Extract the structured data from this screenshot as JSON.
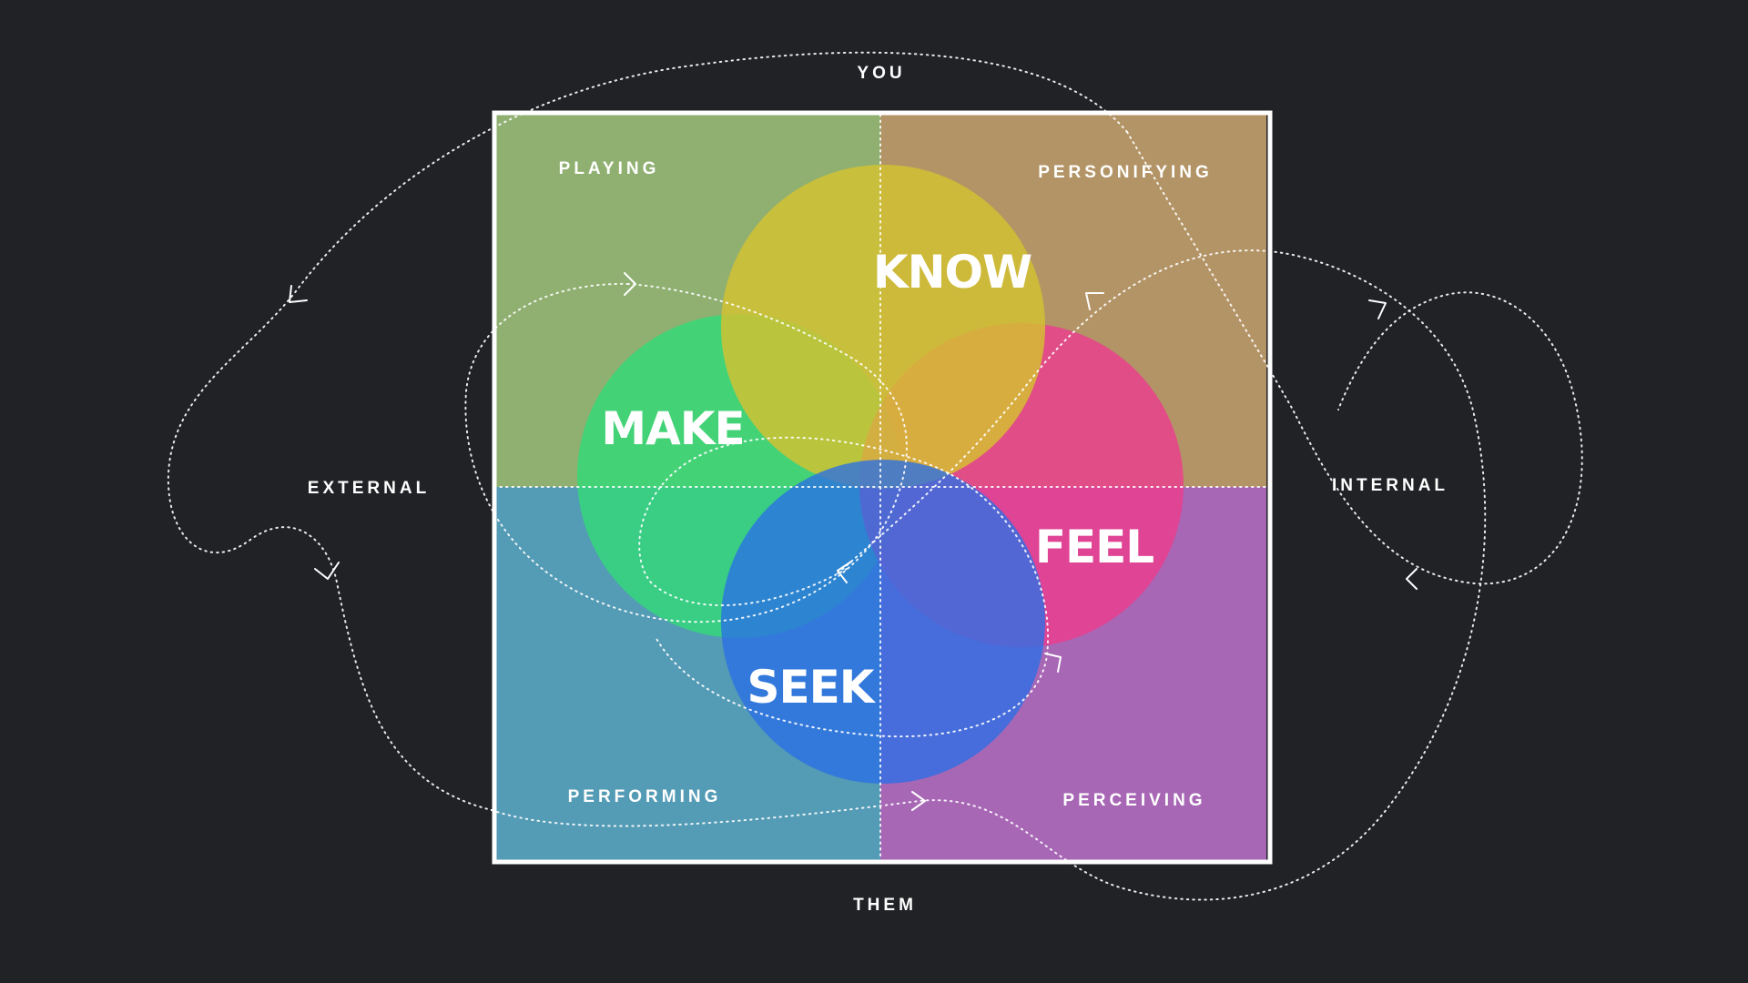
{
  "axes": {
    "top": "YOU",
    "bottom": "THEM",
    "left": "EXTERNAL",
    "right": "INTERNAL"
  },
  "quadrants": {
    "top_left": {
      "label": "PLAYING",
      "color": "#90b072"
    },
    "top_right": {
      "label": "PERSONIFYING",
      "color": "#b39466"
    },
    "bottom_left": {
      "label": "PERFORMING",
      "color": "#549bb5"
    },
    "bottom_right": {
      "label": "PERCEIVING",
      "color": "#a767b5"
    }
  },
  "circles": {
    "know": {
      "label": "KNOW",
      "color": "#d4c231"
    },
    "make": {
      "label": "MAKE",
      "color": "#33d979"
    },
    "feel": {
      "label": "FEEL",
      "color": "#ec3d8e"
    },
    "seek": {
      "label": "SEEK",
      "color": "#2a6fe6"
    }
  },
  "colors": {
    "background": "#212226",
    "frame": "#ffffff"
  }
}
